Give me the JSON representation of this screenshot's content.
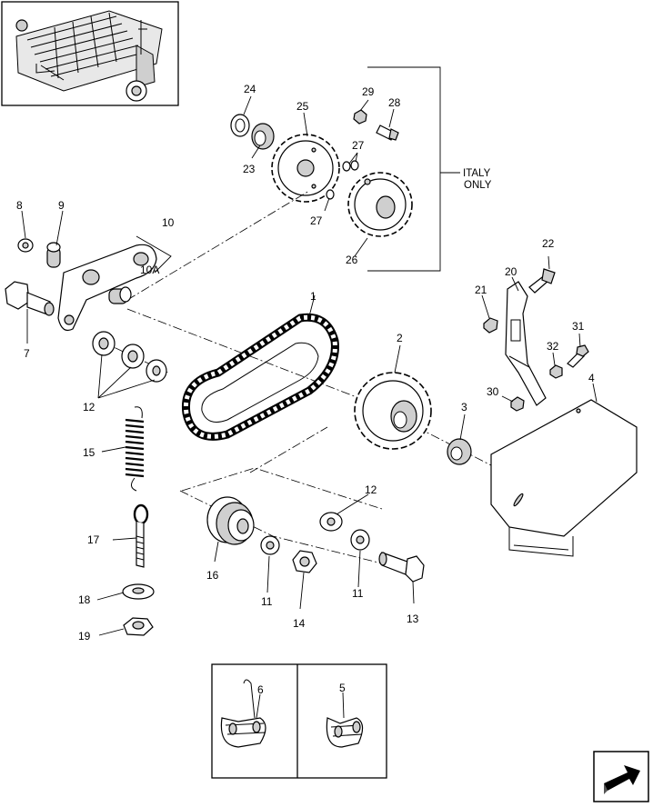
{
  "callouts": [
    {
      "id": "c1",
      "label": "1"
    },
    {
      "id": "c2",
      "label": "2"
    },
    {
      "id": "c3",
      "label": "3"
    },
    {
      "id": "c4",
      "label": "4"
    },
    {
      "id": "c5",
      "label": "5"
    },
    {
      "id": "c6",
      "label": "6"
    },
    {
      "id": "c7",
      "label": "7"
    },
    {
      "id": "c8",
      "label": "8"
    },
    {
      "id": "c9",
      "label": "9"
    },
    {
      "id": "c10",
      "label": "10"
    },
    {
      "id": "c10a",
      "label": "10A"
    },
    {
      "id": "c11a",
      "label": "11"
    },
    {
      "id": "c11b",
      "label": "11"
    },
    {
      "id": "c12a",
      "label": "12"
    },
    {
      "id": "c12b",
      "label": "12"
    },
    {
      "id": "c13",
      "label": "13"
    },
    {
      "id": "c14",
      "label": "14"
    },
    {
      "id": "c15",
      "label": "15"
    },
    {
      "id": "c16",
      "label": "16"
    },
    {
      "id": "c17",
      "label": "17"
    },
    {
      "id": "c18",
      "label": "18"
    },
    {
      "id": "c19",
      "label": "19"
    },
    {
      "id": "c20",
      "label": "20"
    },
    {
      "id": "c21",
      "label": "21"
    },
    {
      "id": "c22",
      "label": "22"
    },
    {
      "id": "c23",
      "label": "23"
    },
    {
      "id": "c24",
      "label": "24"
    },
    {
      "id": "c25",
      "label": "25"
    },
    {
      "id": "c26",
      "label": "26"
    },
    {
      "id": "c27a",
      "label": "27"
    },
    {
      "id": "c27b",
      "label": "27"
    },
    {
      "id": "c28",
      "label": "28"
    },
    {
      "id": "c29",
      "label": "29"
    },
    {
      "id": "c30",
      "label": "30"
    },
    {
      "id": "c31",
      "label": "31"
    },
    {
      "id": "c32",
      "label": "32"
    }
  ],
  "notes": {
    "italy_line1": "ITALY",
    "italy_line2": "ONLY"
  },
  "icons": {
    "nav_arrow": "page-next-arrow-icon"
  }
}
